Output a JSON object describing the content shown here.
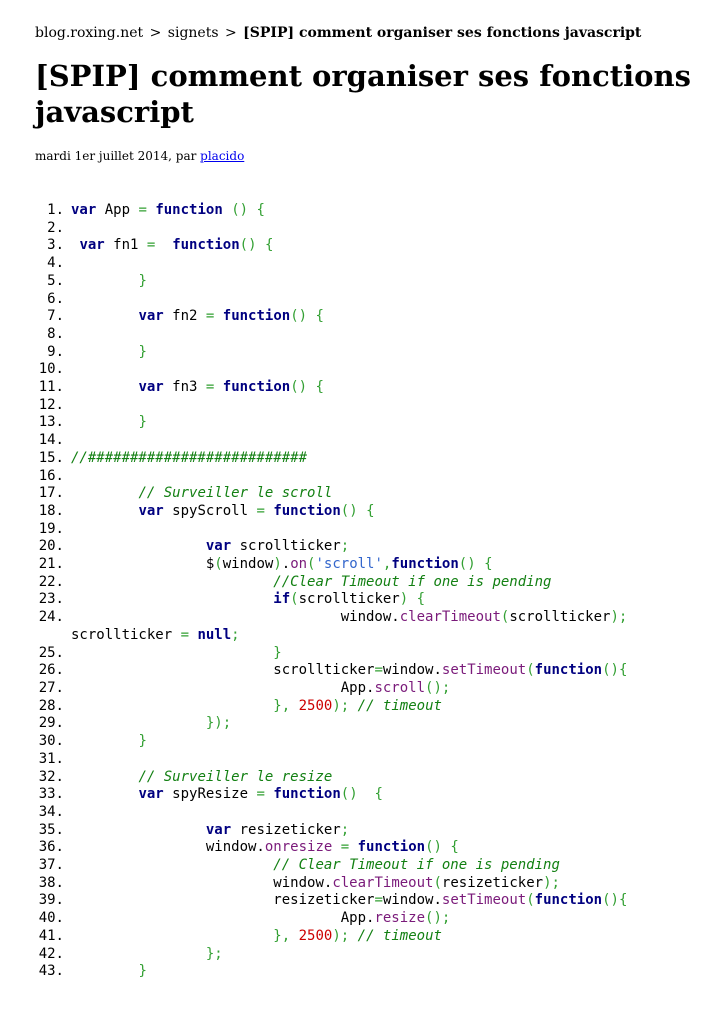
{
  "breadcrumb": {
    "site": "blog.roxing.net",
    "separator": ">",
    "section": "signets",
    "current": "[SPIP] comment organiser ses fonctions javascript"
  },
  "article": {
    "title": "[SPIP] comment organiser ses fonctions javascript",
    "byline_prefix": "mardi 1er juillet 2014, par ",
    "author": "placido"
  },
  "code_lines": [
    "var App = function () {",
    "",
    " var fn1 =  function() {",
    "",
    "        }",
    "",
    "        var fn2 = function() {",
    "",
    "        }",
    "",
    "        var fn3 = function() {",
    "",
    "        }",
    "",
    "//##########################",
    "",
    "        // Surveiller le scroll",
    "        var spyScroll = function() {",
    "",
    "                var scrollticker;",
    "                $(window).on('scroll',function() {",
    "                        //Clear Timeout if one is pending",
    "                        if(scrollticker) {",
    "                                window.clearTimeout(scrollticker); scrollticker = null;",
    "                        }",
    "                        scrollticker=window.setTimeout(function(){",
    "                                App.scroll();",
    "                        }, 2500); // timeout",
    "                });",
    "        }",
    "",
    "        // Surveiller le resize",
    "        var spyResize = function()  {",
    "",
    "                var resizeticker;",
    "                window.onresize = function() {",
    "                        // Clear Timeout if one is pending",
    "                        window.clearTimeout(resizeticker);",
    "                        resizeticker=window.setTimeout(function(){",
    "                                App.resize();",
    "                        }, 2500); // timeout",
    "                };",
    "        }"
  ]
}
